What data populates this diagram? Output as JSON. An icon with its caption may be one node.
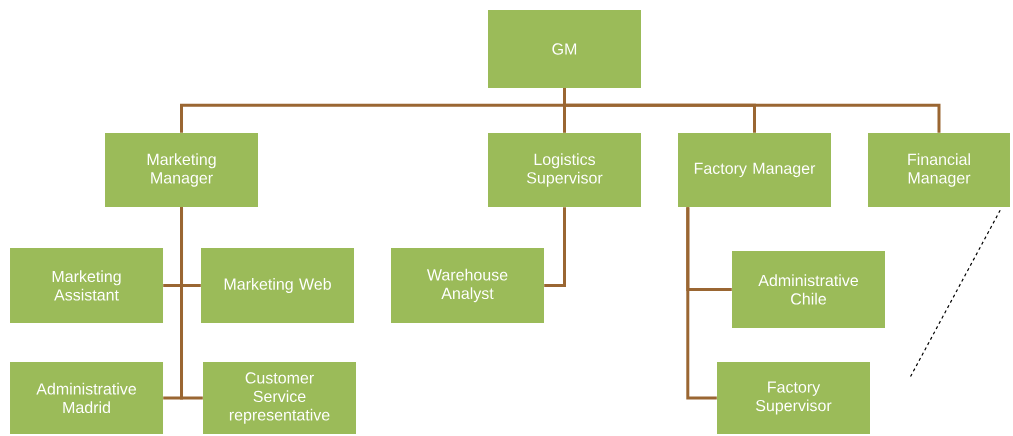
{
  "diagram": {
    "nodes": [
      {
        "text": [
          "GM"
        ]
      },
      {
        "text": [
          "Marketing Manager"
        ]
      },
      {
        "text": [
          "Logistics Supervisor"
        ]
      },
      {
        "text": [
          "Factory Manager"
        ]
      },
      {
        "text": [
          "Financial Manager"
        ]
      },
      {
        "text": [
          "Marketing Assistant"
        ]
      },
      {
        "text": [
          "Marketing Web"
        ]
      },
      {
        "text": [
          "Warehouse Analyst"
        ]
      },
      {
        "text": [
          "Administrative Chile"
        ]
      },
      {
        "text": [
          "Administrative Madrid"
        ]
      },
      {
        "text": [
          "Customer Service representative"
        ]
      },
      {
        "text": [
          "Factory Supervisor"
        ]
      }
    ],
    "edges": [
      {
        "from": 0,
        "to": 1,
        "arrow": "none"
      },
      {
        "from": 0,
        "to": 2,
        "arrow": "none"
      },
      {
        "from": 0,
        "to": 3,
        "arrow": "none"
      },
      {
        "from": 0,
        "to": 4,
        "arrow": "none"
      },
      {
        "from": 1,
        "to": 5,
        "arrow": "none"
      },
      {
        "from": 1,
        "to": 6,
        "arrow": "none"
      },
      {
        "from": 1,
        "to": 9,
        "arrow": "none"
      },
      {
        "from": 1,
        "to": 10,
        "arrow": "none"
      },
      {
        "from": 2,
        "to": 7,
        "arrow": "none"
      },
      {
        "from": 3,
        "to": 8,
        "arrow": "none"
      },
      {
        "from": 3,
        "to": 11,
        "arrow": "none"
      },
      {
        "from": 4,
        "to": null,
        "arrow": "none",
        "style": "dashed",
        "color": "#000000"
      }
    ]
  }
}
